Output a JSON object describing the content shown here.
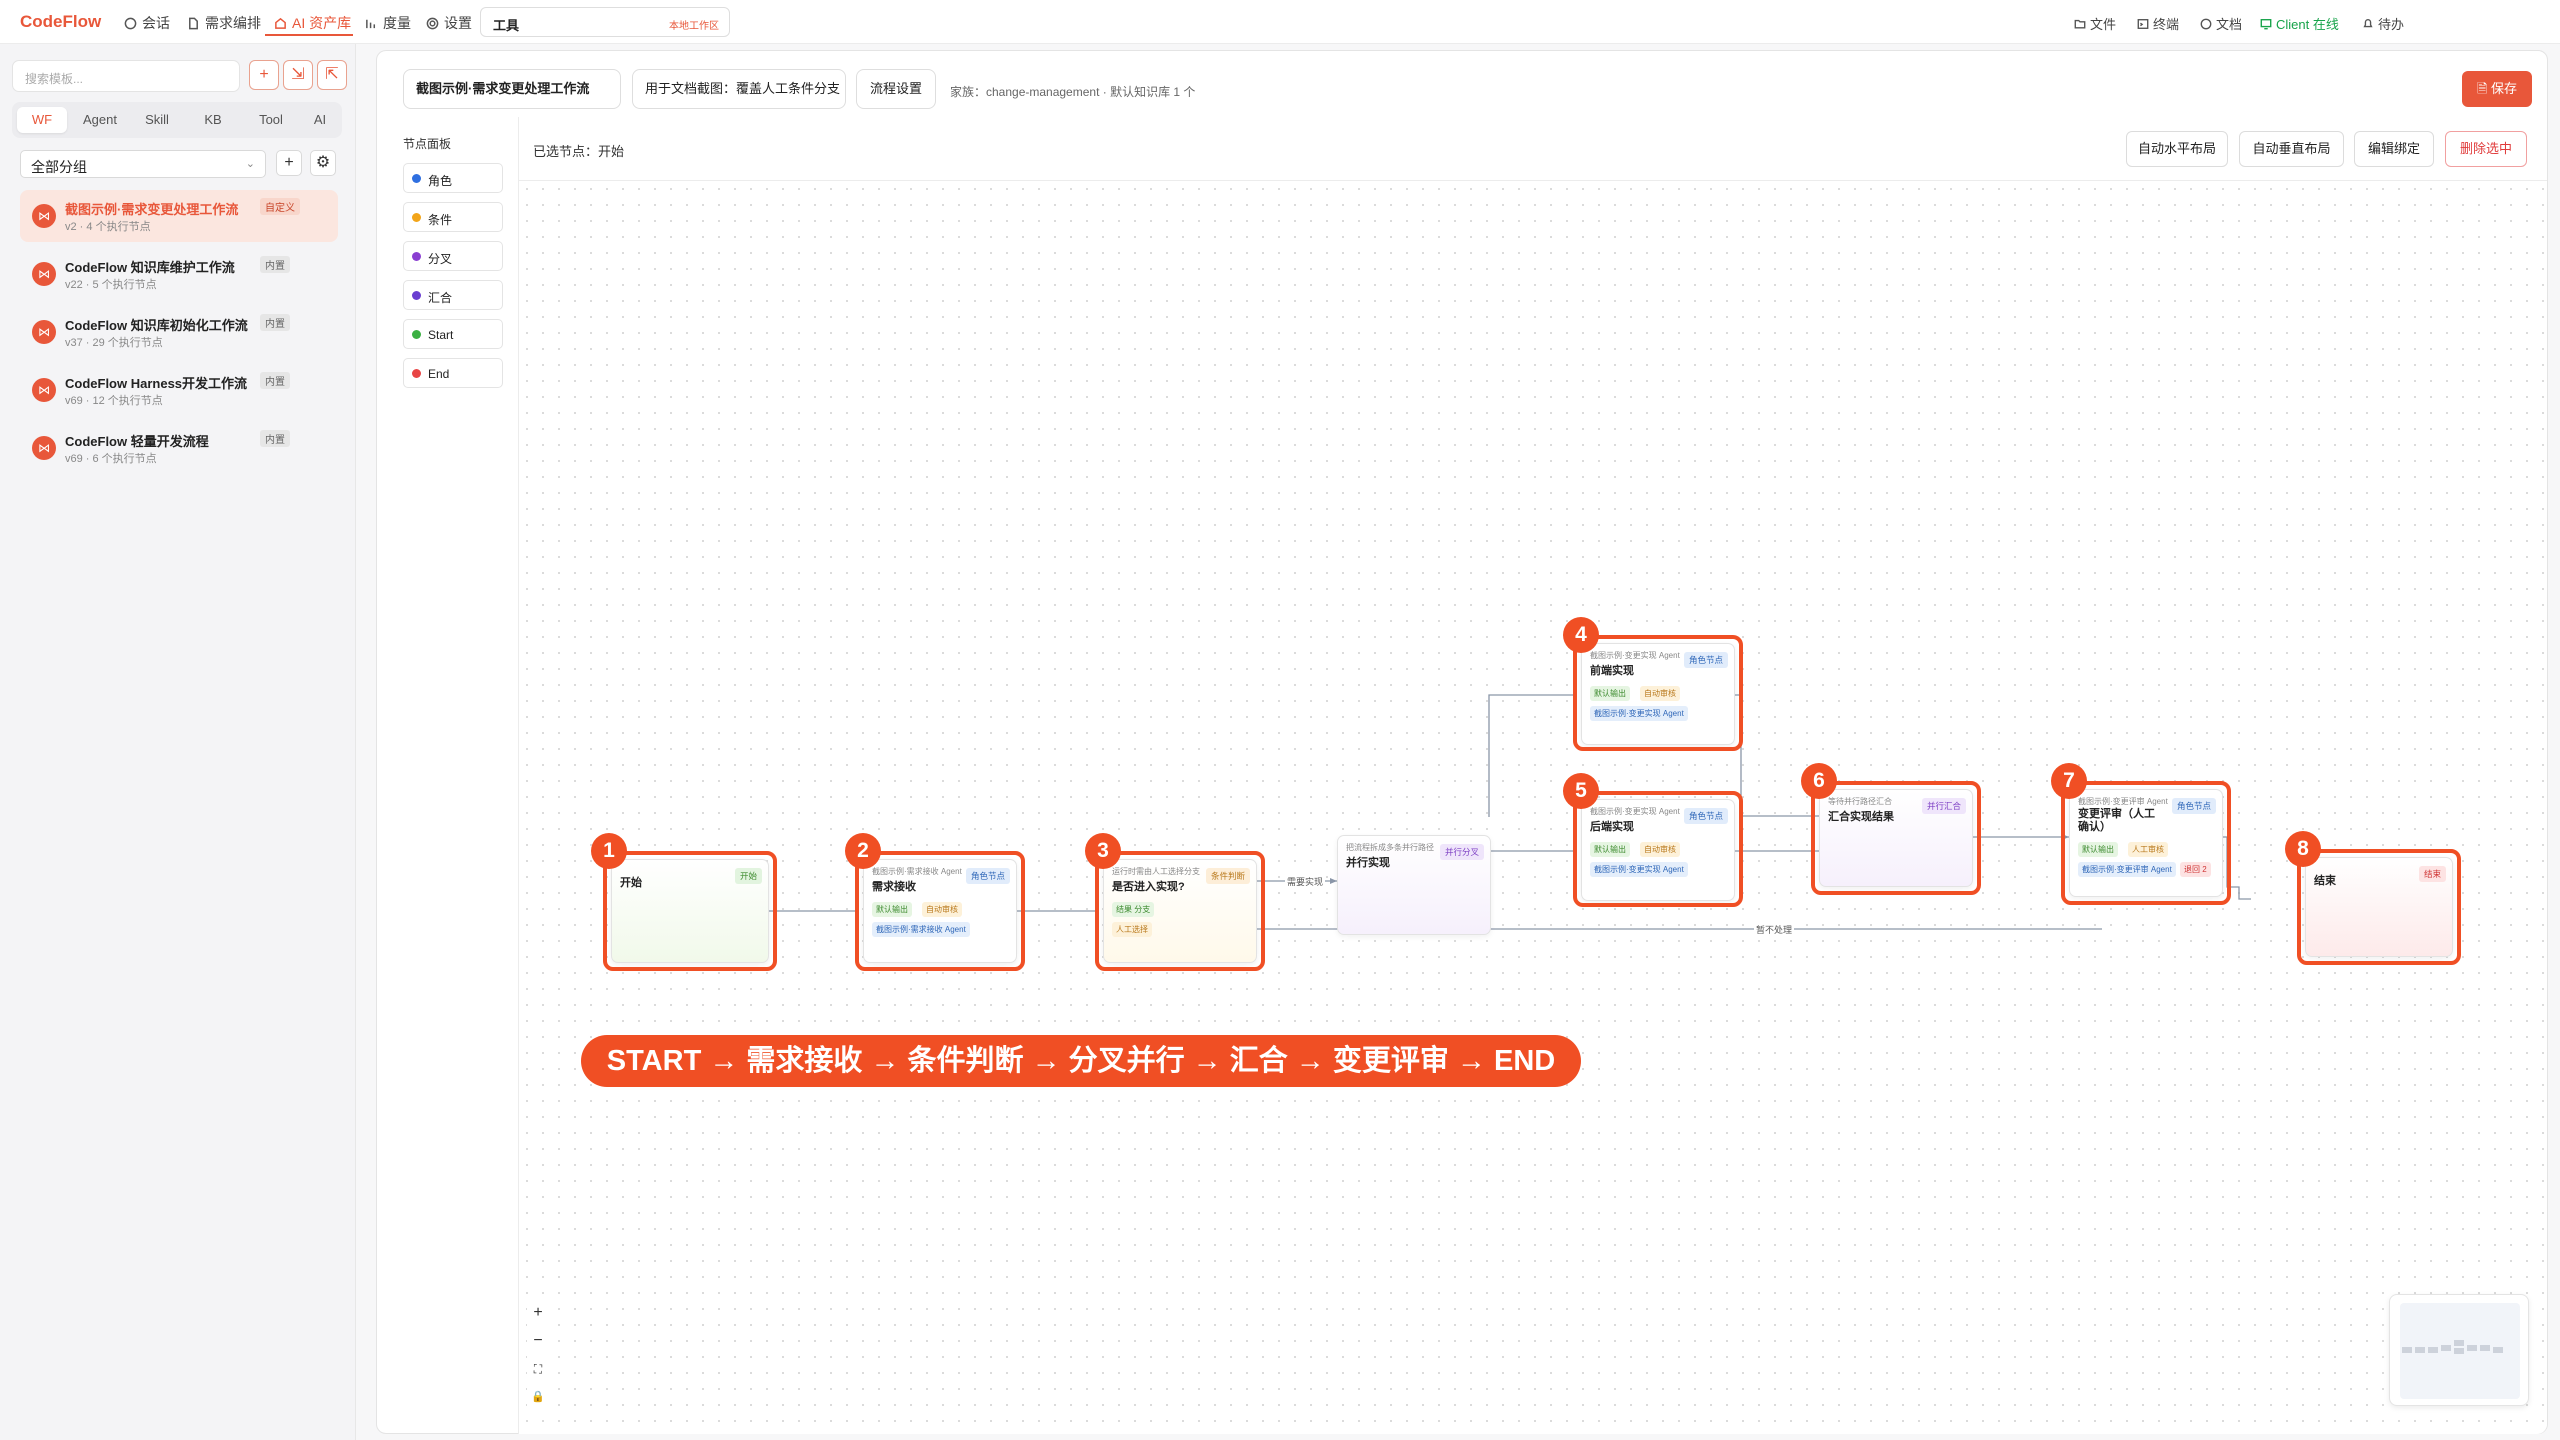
{
  "topbar": {
    "logo": "CodeFlow",
    "nav": [
      {
        "label": "会话"
      },
      {
        "label": "需求编排"
      },
      {
        "label": "AI 资产库"
      },
      {
        "label": "度量"
      },
      {
        "label": "设置"
      }
    ],
    "tool_title": "工具",
    "tool_hint": "本地工作区",
    "right": [
      {
        "label": "文件"
      },
      {
        "label": "终端"
      },
      {
        "label": "文档"
      },
      {
        "label": "Client 在线"
      },
      {
        "label": "待办"
      }
    ]
  },
  "sidebar": {
    "search_placeholder": "搜索模板...",
    "tabs": [
      "WF",
      "Agent",
      "Skill",
      "KB",
      "Tool",
      "AI"
    ],
    "group_select": "全部分组",
    "workflows": [
      {
        "title": "截图示例·需求变更处理工作流",
        "sub": "v2 · 4 个执行节点",
        "badge": "自定义"
      },
      {
        "title": "CodeFlow 知识库维护工作流",
        "sub": "v22 · 5 个执行节点",
        "badge": "内置"
      },
      {
        "title": "CodeFlow 知识库初始化工作流",
        "sub": "v37 · 29 个执行节点",
        "badge": "内置"
      },
      {
        "title": "CodeFlow Harness开发工作流",
        "sub": "v69 · 12 个执行节点",
        "badge": "内置"
      },
      {
        "title": "CodeFlow 轻量开发流程",
        "sub": "v69 · 6 个执行节点",
        "badge": "内置"
      }
    ]
  },
  "header": {
    "workflow_name": "截图示例·需求变更处理工作流",
    "doc_hint": "用于文档截图：覆盖人工条件分支",
    "settings_button": "流程设置",
    "family_info": "家族：change-management · 默认知识库 1 个",
    "save_button": "保存"
  },
  "palette": {
    "title": "节点面板",
    "items": [
      {
        "label": "角色",
        "color": "#2f6fe0"
      },
      {
        "label": "条件",
        "color": "#f2a51a"
      },
      {
        "label": "分叉",
        "color": "#8a3fd1"
      },
      {
        "label": "汇合",
        "color": "#6a3fd1"
      },
      {
        "label": "Start",
        "color": "#3cb043"
      },
      {
        "label": "End",
        "color": "#e84545"
      }
    ]
  },
  "canvas": {
    "selected": "已选节点：开始",
    "buttons": [
      "自动水平布局",
      "自动垂直布局",
      "编辑绑定",
      "删除选中"
    ],
    "banner": "START → 需求接收 → 条件判断 → 分叉并行 → 汇合 → 变更评审 → END",
    "edge_labels": {
      "need_impl": "需要实现",
      "skip": "暂不处理"
    },
    "zoom_controls": [
      "+",
      "−",
      "⛶",
      "🔒"
    ]
  },
  "nodes": {
    "start": {
      "badge": "1",
      "title": "开始",
      "tag": "开始"
    },
    "receive": {
      "badge": "2",
      "ctx": "截图示例·需求接收 Agent",
      "title": "需求接收",
      "tag": "角色节点",
      "chips": [
        "默认输出",
        "自动审核"
      ],
      "agent": "截图示例·需求接收 Agent"
    },
    "cond": {
      "badge": "3",
      "ctx": "运行时需由人工选择分支",
      "title": "是否进入实现?",
      "tag": "条件判断",
      "chips": [
        "结果 分支"
      ],
      "extra": "人工选择"
    },
    "fork": {
      "ctx": "把流程拆成多条并行路径",
      "title": "并行实现",
      "tag": "并行分叉"
    },
    "frontend": {
      "badge": "4",
      "ctx": "截图示例·变更实现 Agent",
      "title": "前端实现",
      "tag": "角色节点",
      "chips": [
        "默认输出",
        "自动审核"
      ],
      "agent": "截图示例·变更实现 Agent"
    },
    "backend": {
      "badge": "5",
      "ctx": "截图示例·变更实现 Agent",
      "title": "后端实现",
      "tag": "角色节点",
      "chips": [
        "默认输出",
        "自动审核"
      ],
      "agent": "截图示例·变更实现 Agent"
    },
    "join": {
      "badge": "6",
      "ctx": "等待并行路径汇合",
      "title": "汇合实现结果",
      "tag": "并行汇合"
    },
    "review": {
      "badge": "7",
      "ctx": "截图示例·变更评审 Agent",
      "title": "变更评审（人工确认）",
      "tag": "角色节点",
      "chips": [
        "默认输出",
        "人工审核"
      ],
      "agent": "截图示例·变更评审 Agent",
      "extra": "退回 2"
    },
    "end": {
      "badge": "8",
      "title": "结束",
      "tag": "结束"
    }
  }
}
